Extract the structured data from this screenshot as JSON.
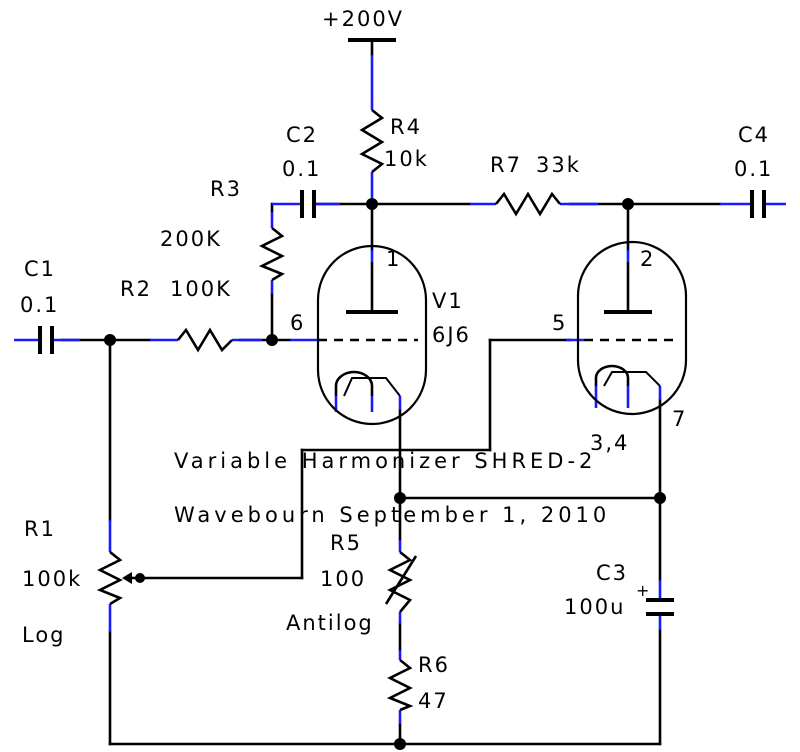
{
  "supply": {
    "label": "+200V"
  },
  "components": {
    "c1": {
      "ref": "C1",
      "value": "0.1"
    },
    "c2": {
      "ref": "C2",
      "value": "0.1"
    },
    "c3": {
      "ref": "C3",
      "value": "100u",
      "polarity": "+"
    },
    "c4": {
      "ref": "C4",
      "value": "0.1"
    },
    "r1": {
      "ref": "R1",
      "value": "100k",
      "taper": "Log"
    },
    "r2": {
      "ref": "R2",
      "value": "100K"
    },
    "r3": {
      "ref": "R3",
      "value": "200K"
    },
    "r4": {
      "ref": "R4",
      "value": "10k"
    },
    "r5": {
      "ref": "R5",
      "value": "100",
      "taper": "Antilog"
    },
    "r6": {
      "ref": "R6",
      "value": "47"
    },
    "r7": {
      "ref": "R7",
      "value": "33k"
    },
    "v1": {
      "ref": "V1",
      "type": "6J6"
    }
  },
  "pins": {
    "p1": "1",
    "p2": "2",
    "p5": "5",
    "p6": "6",
    "p7": "7",
    "p34": "3,4"
  },
  "title": {
    "line1": "Variable Harmonizer SHRED-2",
    "line2": "Wavebourn September 1, 2010"
  },
  "colors": {
    "wire": "#000000",
    "lead": "#1a1aff"
  }
}
